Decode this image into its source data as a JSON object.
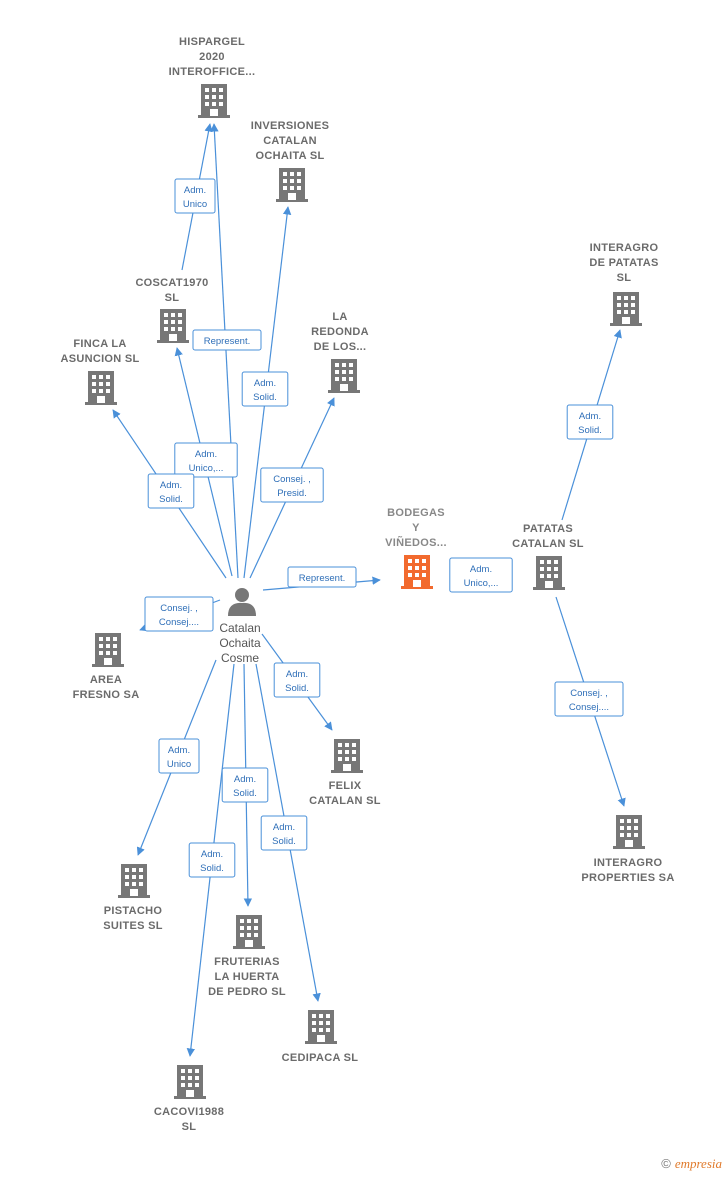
{
  "center": {
    "id": "person",
    "label": [
      "Catalan",
      "Ochaita",
      "Cosme"
    ]
  },
  "companies": [
    {
      "id": "hispargel",
      "label": [
        "HISPARGEL",
        "2020",
        "INTEROFFICE..."
      ],
      "color": "#777777"
    },
    {
      "id": "inversiones",
      "label": [
        "INVERSIONES",
        "CATALAN",
        "OCHAITA  SL"
      ],
      "color": "#777777"
    },
    {
      "id": "coscat",
      "label": [
        "COSCAT1970",
        "SL"
      ],
      "color": "#777777"
    },
    {
      "id": "finca",
      "label": [
        "FINCA LA",
        "ASUNCION  SL"
      ],
      "color": "#777777"
    },
    {
      "id": "redonda",
      "label": [
        "LA",
        "REDONDA",
        "DE LOS..."
      ],
      "color": "#777777"
    },
    {
      "id": "bodegas",
      "label": [
        "BODEGAS",
        "Y",
        "VIÑEDOS..."
      ],
      "color": "#f26a2e"
    },
    {
      "id": "patatas",
      "label": [
        "PATATAS",
        "CATALAN  SL"
      ],
      "color": "#777777"
    },
    {
      "id": "interagro_patatas",
      "label": [
        "INTERAGRO",
        "DE PATATAS",
        "SL"
      ],
      "color": "#777777"
    },
    {
      "id": "interagro_prop",
      "label": [
        "INTERAGRO",
        "PROPERTIES SA"
      ],
      "color": "#777777"
    },
    {
      "id": "area",
      "label": [
        "AREA",
        "FRESNO SA"
      ],
      "color": "#777777"
    },
    {
      "id": "felix",
      "label": [
        "FELIX",
        "CATALAN  SL"
      ],
      "color": "#777777"
    },
    {
      "id": "pistacho",
      "label": [
        "PISTACHO",
        "SUITES  SL"
      ],
      "color": "#777777"
    },
    {
      "id": "fruterias",
      "label": [
        "FRUTERIAS",
        "LA HUERTA",
        "DE PEDRO  SL"
      ],
      "color": "#777777"
    },
    {
      "id": "cedipaca",
      "label": [
        "CEDIPACA  SL"
      ],
      "color": "#777777"
    },
    {
      "id": "cacovi",
      "label": [
        "CACOVI1988",
        "SL"
      ],
      "color": "#777777"
    }
  ],
  "edges": [
    {
      "id": "e_coscat_hispargel",
      "label": [
        "Adm.",
        "Unico"
      ]
    },
    {
      "id": "e_person_hispargel",
      "label": [
        "Represent."
      ]
    },
    {
      "id": "e_person_inversiones",
      "label": [
        "Adm.",
        "Solid."
      ]
    },
    {
      "id": "e_person_coscat",
      "label": [
        "Adm.",
        "Unico,..."
      ]
    },
    {
      "id": "e_person_finca",
      "label": [
        "Adm.",
        "Solid."
      ]
    },
    {
      "id": "e_person_redonda",
      "label": [
        "Consej. ,",
        "Presid."
      ]
    },
    {
      "id": "e_person_bodegas",
      "label": [
        "Represent."
      ]
    },
    {
      "id": "e_patatas_bodegas",
      "label": [
        "Adm.",
        "Unico,..."
      ]
    },
    {
      "id": "e_patatas_interagro",
      "label": [
        "Adm.",
        "Solid."
      ]
    },
    {
      "id": "e_patatas_properties",
      "label": [
        "Consej. ,",
        "Consej...."
      ]
    },
    {
      "id": "e_person_area",
      "label": [
        "Consej. ,",
        "Consej...."
      ]
    },
    {
      "id": "e_person_felix",
      "label": [
        "Adm.",
        "Solid."
      ]
    },
    {
      "id": "e_person_pistacho",
      "label": [
        "Adm.",
        "Unico"
      ]
    },
    {
      "id": "e_person_fruterias",
      "label": [
        "Adm.",
        "Solid."
      ]
    },
    {
      "id": "e_person_cedipaca",
      "label": [
        "Adm.",
        "Solid."
      ]
    },
    {
      "id": "e_person_cacovi",
      "label": [
        "Adm.",
        "Solid."
      ]
    }
  ],
  "colors": {
    "edge": "#4a90d9",
    "building": "#777777",
    "highlight": "#f26a2e",
    "person": "#777777"
  },
  "footer": {
    "copyright": "©",
    "brand": "empresia"
  }
}
